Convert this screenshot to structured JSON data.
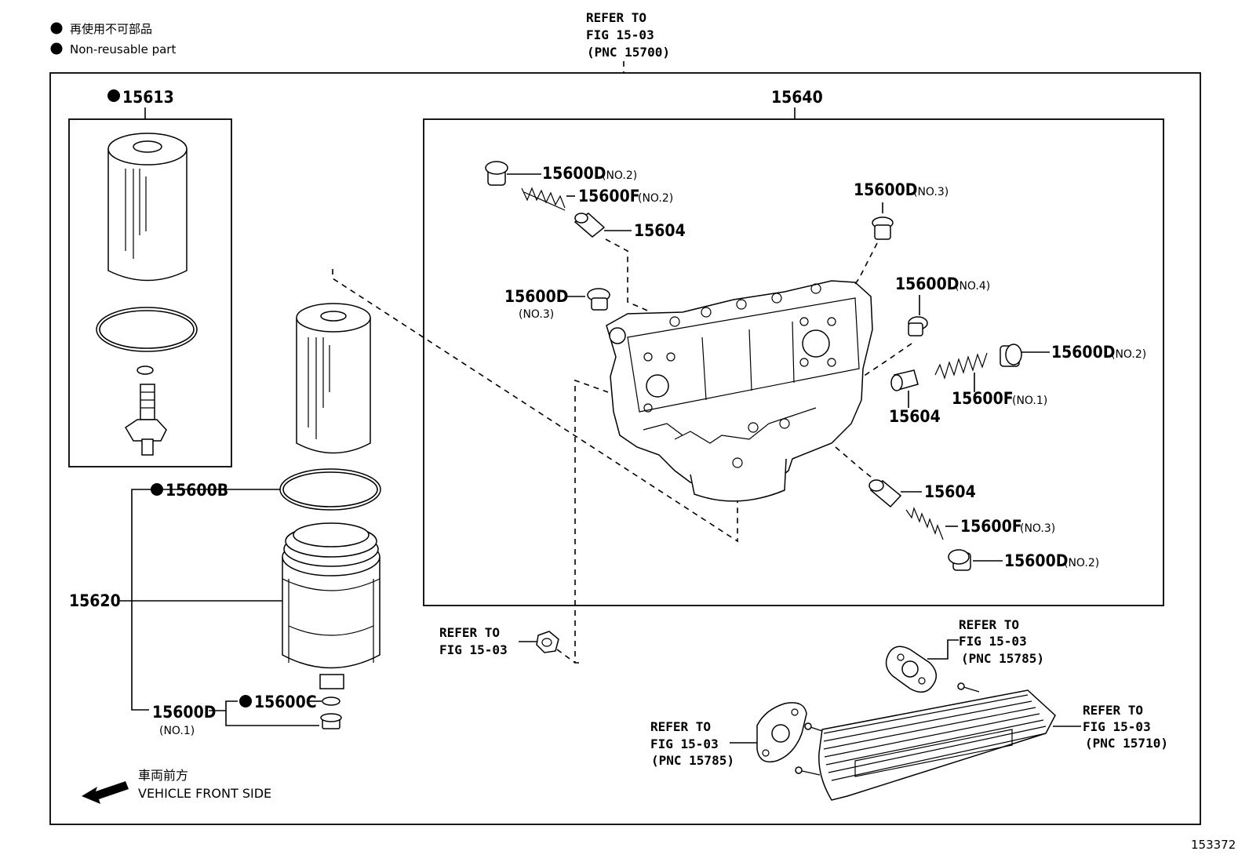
{
  "legend": {
    "jp": "再使用不可部品",
    "en": "Non-reusable part"
  },
  "refer_top": {
    "l1": "REFER TO",
    "l2": "FIG 15-03",
    "l3": "(PNC 15700)"
  },
  "refer_plug": {
    "l1": "REFER TO",
    "l2": "FIG 15-03"
  },
  "refer_gasket_right": {
    "l1": "REFER TO",
    "l2": "FIG 15-03",
    "l3": "(PNC 15785)"
  },
  "refer_gasket_left": {
    "l1": "REFER TO",
    "l2": "FIG 15-03",
    "l3": "(PNC 15785)"
  },
  "refer_cooler": {
    "l1": "REFER TO",
    "l2": "FIG 15-03",
    "l3": "(PNC 15710)"
  },
  "parts": {
    "p15613": "15613",
    "p15640": "15640",
    "p15600B": "15600B",
    "p15620": "15620",
    "p15600C": "15600C",
    "p15600D_no1": "15600D",
    "p15600D_no1_sub": "(NO.1)",
    "d_tl": "15600D",
    "d_tl_sub": "(NO.2)",
    "f_tl": "15600F",
    "f_tl_sub": "(NO.2)",
    "v_tl": "15604",
    "d_ml": "15600D",
    "d_ml_sub": "(NO.3)",
    "d_tr": "15600D",
    "d_tr_sub": "(NO.3)",
    "d_r4": "15600D",
    "d_r4_sub": "(NO.4)",
    "d_r2": "15600D",
    "d_r2_sub": "(NO.2)",
    "f_r1": "15600F",
    "f_r1_sub": "(NO.1)",
    "v_r": "15604",
    "v_b": "15604",
    "f_b3": "15600F",
    "f_b3_sub": "(NO.3)",
    "d_b2": "15600D",
    "d_b2_sub": "(NO.2)"
  },
  "vehicle_front": {
    "jp": "車両前方",
    "en": "VEHICLE FRONT SIDE"
  },
  "figure_id": "153372"
}
